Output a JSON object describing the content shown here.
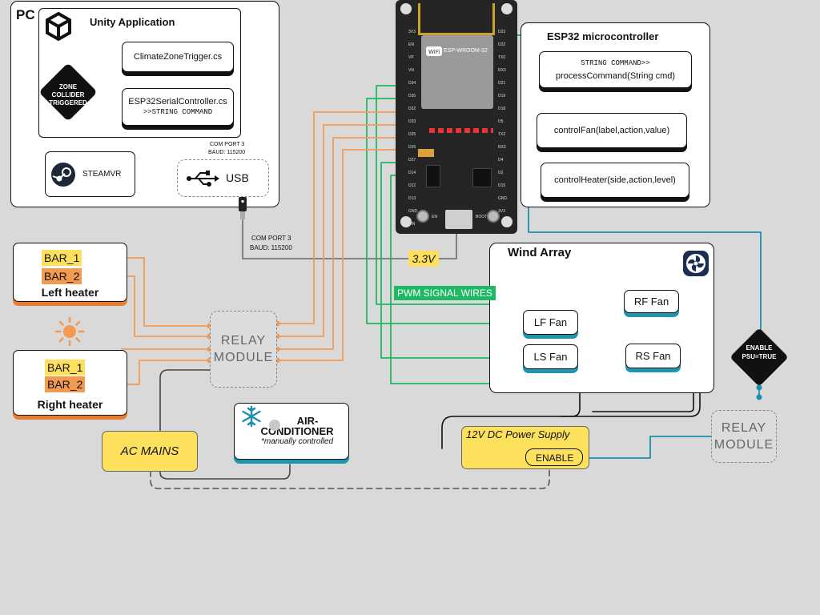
{
  "pc": {
    "title": "PC",
    "unity_title": "Unity Application",
    "zone_trigger": "ZONE COLLIDER TRIGGERED",
    "climate_script": "ClimateZoneTrigger.cs",
    "serial_script": "ESP32SerialController.cs",
    "serial_cmd": ">>STRING COMMAND",
    "steamvr": "STEAMVR",
    "com_port": "COM PORT 3",
    "baud": "BAUD: 115200",
    "usb": "USB"
  },
  "cable": {
    "com_port": "COM PORT 3",
    "baud": "BAUD: 115200"
  },
  "esp32": {
    "title": "ESP32 microcontroller",
    "cmd_line1": "STRING COMMAND>>",
    "cmd_line2": "processCommand(String cmd)",
    "fan_fn": "controlFan(label,action,value)",
    "heater_fn": "controlHeater(side,action,level)",
    "module": "ESP-WROOM-32",
    "left_pins": [
      "3V3",
      "EN",
      "VP",
      "VN",
      "D34",
      "D35",
      "D32",
      "D33",
      "D25",
      "D26",
      "D27",
      "D14",
      "D12",
      "D13",
      "GND",
      "VIN"
    ],
    "right_pins": [
      "D23",
      "D22",
      "TX0",
      "RX0",
      "D21",
      "D19",
      "D18",
      "D5",
      "TX2",
      "RX2",
      "D4",
      "D2",
      "D15",
      "GND",
      "3V3"
    ],
    "btn_en": "EN",
    "btn_boot": "BOOT"
  },
  "voltage": "3.3V",
  "pwm_label": "PWM SIGNAL WIRES",
  "heaters": {
    "left": {
      "bar1": "BAR_1",
      "bar2": "BAR_2",
      "name": "Left heater"
    },
    "right": {
      "bar1": "BAR_1",
      "bar2": "BAR_2",
      "name": "Right heater"
    }
  },
  "relay1": {
    "line1": "RELAY",
    "line2": "MODULE"
  },
  "relay2": {
    "line1": "RELAY",
    "line2": "MODULE"
  },
  "ac_mains": "AC MAINS",
  "aircon": {
    "line1": "AIR-",
    "line2": "CONDITIONER",
    "note": "*manually controlled"
  },
  "wind": {
    "title": "Wind Array",
    "rf": "RF Fan",
    "lf": "LF Fan",
    "ls": "LS Fan",
    "rs": "RS Fan"
  },
  "psu": {
    "title": "12V DC Power Supply",
    "enable": "ENABLE"
  },
  "enable_diamond": {
    "line1": "ENABLE",
    "line2": "PSU=TRUE"
  },
  "colors": {
    "orange": "#f39a52",
    "green": "#1fb864",
    "teal": "#1a8fae",
    "yellow": "#fde05c",
    "board": "#252525"
  },
  "icons": [
    "unity-logo-icon",
    "steam-icon",
    "usb-icon",
    "usb-plug-icon",
    "sun-icon",
    "snowflake-icon",
    "fan-icon",
    "wifi-icon"
  ]
}
